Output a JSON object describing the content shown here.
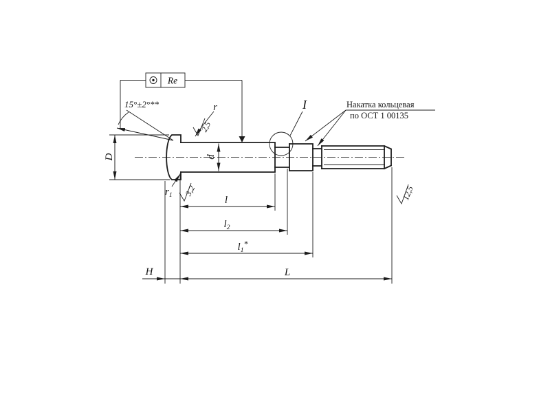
{
  "drawing": {
    "coating_label": "Re",
    "angle_label": "15°±2°**",
    "detail_view_label": "I",
    "knurl_note_line1": "Накатка кольцевая",
    "knurl_note_line2": "по ОСТ 1 00135",
    "dims": {
      "D": "D",
      "d": "d",
      "r": "r",
      "r1_base": "r",
      "r1_sub": "1",
      "l": "l",
      "l2_base": "l",
      "l2_sub": "2",
      "l1_base": "l",
      "l1_sub": "1",
      "l1_suffix": "*",
      "L": "L",
      "H": "H"
    },
    "roughness": {
      "fillet": "2,5",
      "under_head": "3,2",
      "thread_end": "12,5"
    }
  }
}
